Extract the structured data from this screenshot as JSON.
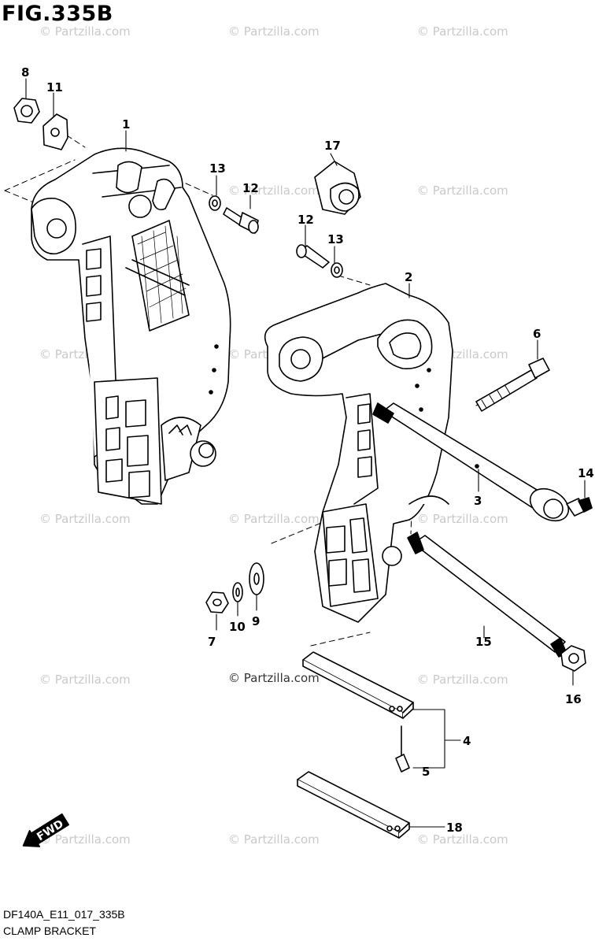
{
  "figure": {
    "title": "FIG.335B",
    "code": "DF140A_E11_017_335B",
    "caption": "CLAMP BRACKET"
  },
  "watermark": {
    "text": "© Partzilla.com",
    "color": "#c9c9c9"
  },
  "fwd_label": "FWD",
  "callouts": [
    "1",
    "2",
    "3",
    "4",
    "5",
    "6",
    "7",
    "8",
    "9",
    "10",
    "11",
    "12",
    "12",
    "13",
    "13",
    "14",
    "15",
    "16",
    "17",
    "18"
  ]
}
